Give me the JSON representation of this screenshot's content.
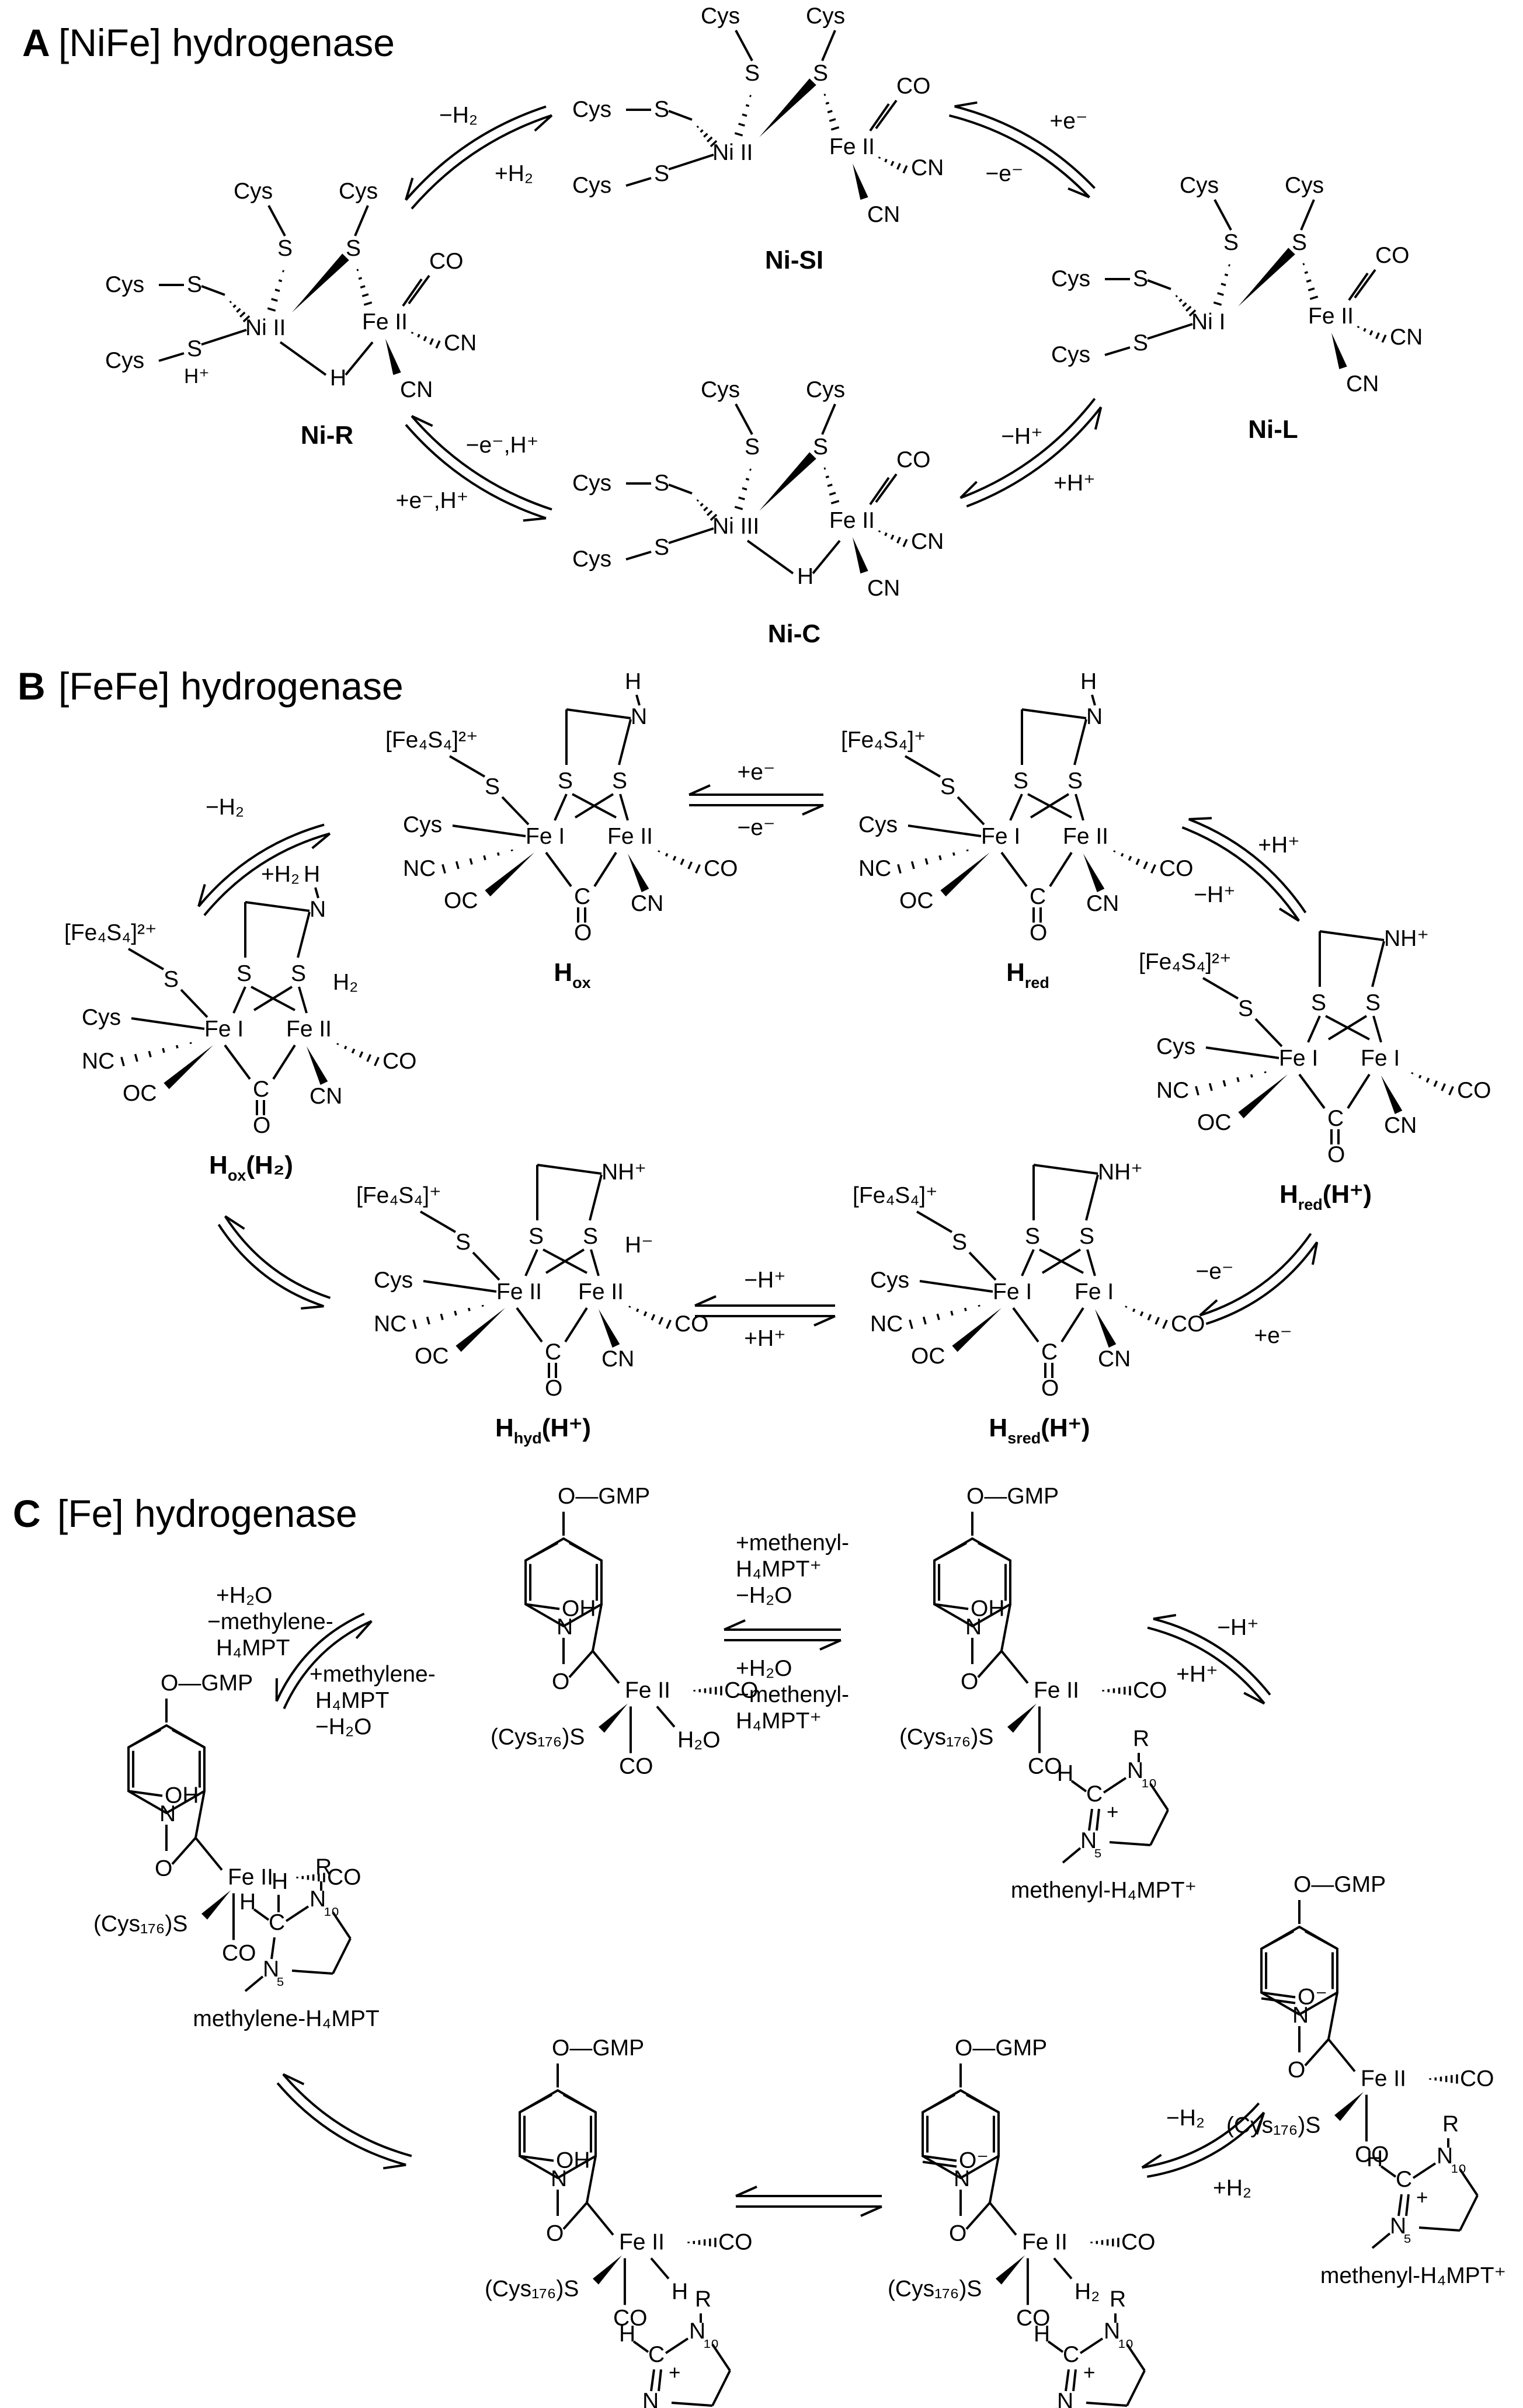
{
  "figure": {
    "panels": [
      {
        "id": "A",
        "letter": "A",
        "title": "[NiFe] hydrogenase"
      },
      {
        "id": "B",
        "letter": "B",
        "title": "[FeFe] hydrogenase"
      },
      {
        "id": "C",
        "letter": "C",
        "title": "[Fe] hydrogenase"
      }
    ],
    "panel_a": {
      "states": [
        {
          "id": "nisi",
          "name": "Ni-SI",
          "ni": "Ni II",
          "fe": "Fe II"
        },
        {
          "id": "nil",
          "name": "Ni-L",
          "ni": "Ni I",
          "fe": "Fe II"
        },
        {
          "id": "nic",
          "name": "Ni-C",
          "ni": "Ni III",
          "fe": "Fe II"
        },
        {
          "id": "nir",
          "name": "Ni-R",
          "ni": "Ni II",
          "fe": "Fe II"
        }
      ],
      "arrows": [
        {
          "id": "r_si",
          "fwd": "−H₂",
          "rev": "+H₂"
        },
        {
          "id": "si_l",
          "fwd": "+e⁻",
          "rev": "−e⁻"
        },
        {
          "id": "l_c",
          "fwd": "−H⁺",
          "rev": "+H⁺"
        },
        {
          "id": "c_r",
          "fwd": "−e⁻,H⁺",
          "rev": "+e⁻,H⁺"
        }
      ],
      "ligands": {
        "cys": "Cys",
        "s": "S",
        "co": "CO",
        "cn": "CN",
        "h": "H",
        "hplus": "H⁺"
      }
    },
    "panel_b": {
      "states": [
        {
          "id": "hox",
          "label_main": "H",
          "label_sub": "ox",
          "label_tail": "",
          "cluster": "[Fe₄S₄]²⁺",
          "fe1": "Fe I",
          "fe2": "Fe II",
          "amine": "H"
        },
        {
          "id": "hred",
          "label_main": "H",
          "label_sub": "red",
          "label_tail": "",
          "cluster": "[Fe₄S₄]⁺",
          "fe1": "Fe I",
          "fe2": "Fe II",
          "amine": "H"
        },
        {
          "id": "hoxh2",
          "label_main": "H",
          "label_sub": "ox",
          "label_tail": "(H₂)",
          "cluster": "[Fe₄S₄]²⁺",
          "fe1": "Fe I",
          "fe2": "Fe II",
          "amine": "H",
          "extra": "H₂"
        },
        {
          "id": "hredh",
          "label_main": "H",
          "label_sub": "red",
          "label_tail": "(H⁺)",
          "cluster": "[Fe₄S₄]²⁺",
          "fe1": "Fe I",
          "fe2": "Fe I",
          "amine": "H",
          "nh": "NH⁺"
        },
        {
          "id": "hhyd",
          "label_main": "H",
          "label_sub": "hyd",
          "label_tail": "(H⁺)",
          "cluster": "[Fe₄S₄]⁺",
          "fe1": "Fe II",
          "fe2": "Fe II",
          "nh": "NH⁺",
          "extra": "H⁻"
        },
        {
          "id": "hsred",
          "label_main": "H",
          "label_sub": "sred",
          "label_tail": "(H⁺)",
          "cluster": "[Fe₄S₄]⁺",
          "fe1": "Fe I",
          "fe2": "Fe I",
          "nh": "NH⁺"
        }
      ],
      "arrows": [
        {
          "id": "ox_red",
          "fwd": "+e⁻",
          "rev": "−e⁻"
        },
        {
          "id": "ox_oxh2",
          "fwd": "−H₂",
          "rev": "+H₂"
        },
        {
          "id": "red_redh",
          "fwd": "+H⁺",
          "rev": "−H⁺"
        },
        {
          "id": "hyd_sred",
          "fwd": "−H⁺",
          "rev": "+H⁺"
        },
        {
          "id": "sred_redh",
          "fwd": "−e⁻",
          "rev": "+e⁻"
        }
      ],
      "ligands": {
        "s": "S",
        "n": "N",
        "cys": "Cys",
        "co": "CO",
        "oc": "OC",
        "nc": "NC",
        "cn": "CN",
        "c": "C",
        "o": "O"
      }
    },
    "panel_c": {
      "arrows": [
        {
          "id": "top_left",
          "l1": "+H₂O",
          "l2": "−methylene-",
          "l3": "H₄MPT",
          "r1": "+methylene-",
          "r2": "H₄MPT",
          "r3": "−H₂O"
        },
        {
          "id": "top_mid",
          "l1": "+methenyl-",
          "l2": "H₄MPT⁺",
          "l3": "−H₂O",
          "r1": "+H₂O",
          "r2": "−methenyl-",
          "r3": "H₄MPT⁺"
        },
        {
          "id": "top_right",
          "fwd": "−H⁺",
          "rev": "+H⁺"
        },
        {
          "id": "bot_right",
          "fwd": "−H₂",
          "rev": "+H₂"
        }
      ],
      "cofactor": {
        "gmp": "O—GMP",
        "oh": "OH",
        "o_minus": "O⁻",
        "n": "N",
        "fe": "Fe II",
        "co": "CO",
        "cys": "(Cys₁₇₆)S",
        "h2o": "H₂O",
        "h": "H",
        "h2": "H₂",
        "o": "O"
      },
      "substrate": {
        "methenyl": "methenyl-H₄MPT⁺",
        "methylene": "methylene-H₄MPT",
        "r": "R",
        "n10": "N₁₀",
        "n5": "N₅",
        "c": "C",
        "h": "H",
        "plus": "+"
      }
    }
  }
}
